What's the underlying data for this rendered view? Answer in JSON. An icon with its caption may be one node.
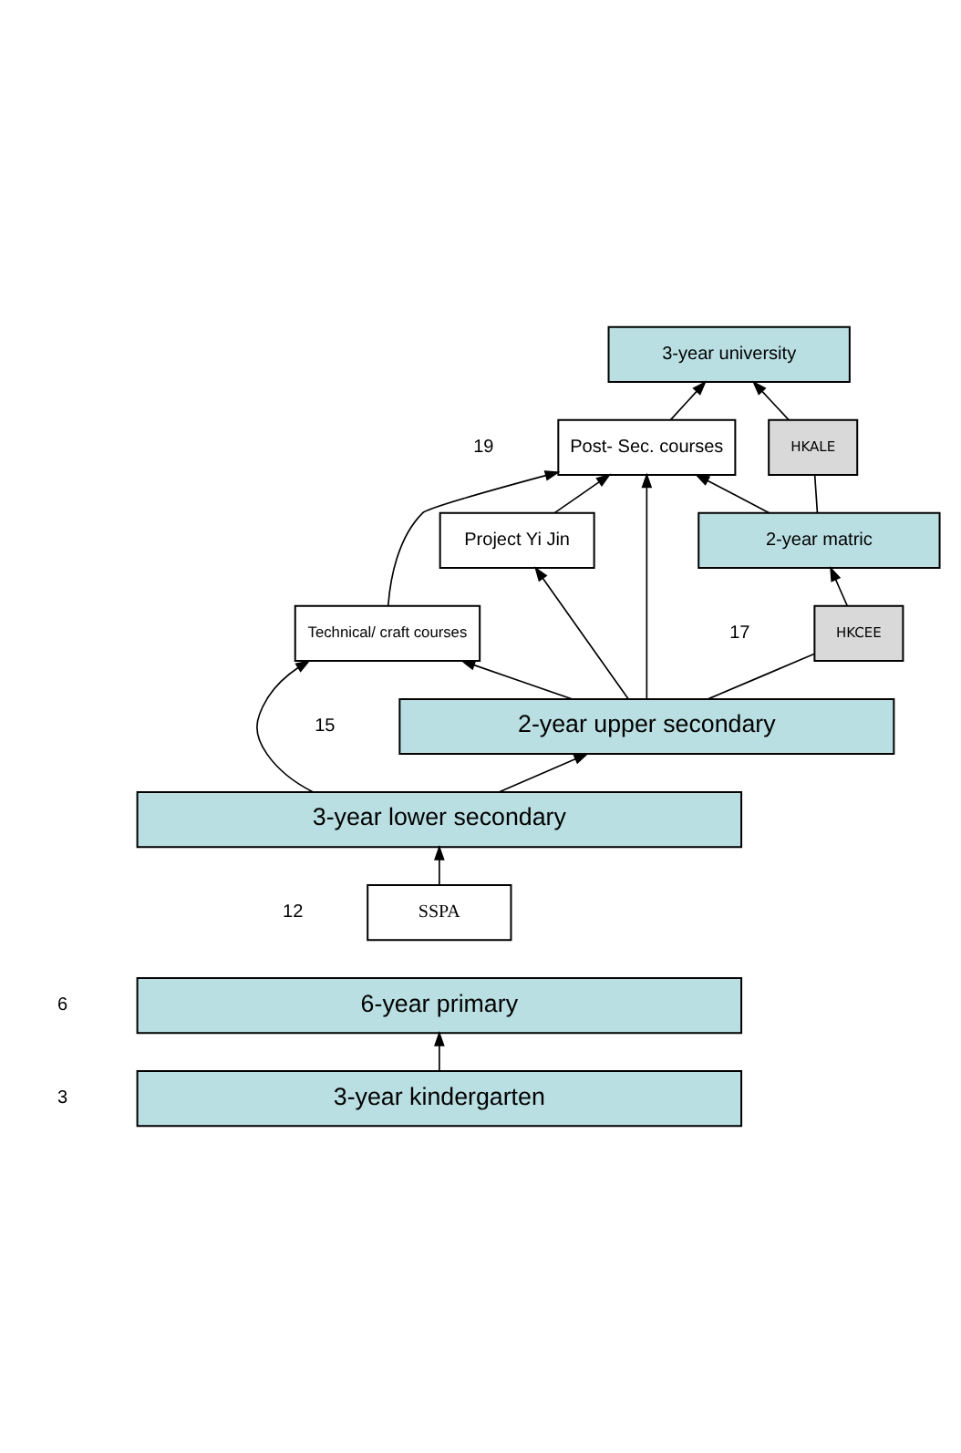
{
  "diagram": {
    "nodes": [
      {
        "text": [
          "3-year university"
        ]
      },
      {
        "text": [
          "Post- Sec. courses"
        ]
      },
      {
        "text": [
          "HKALE"
        ]
      },
      {
        "text": [
          "2-year matric"
        ]
      },
      {
        "text": [
          "Project Yi Jin"
        ]
      },
      {
        "text": [
          "HKCEE"
        ]
      },
      {
        "text": [
          "2-year upper secondary"
        ]
      },
      {
        "text": [
          "Technical/ craft courses"
        ]
      },
      {
        "text": [
          "3-year lower secondary"
        ]
      },
      {
        "text": [
          "SSPA"
        ]
      },
      {
        "text": [
          "6-year primary"
        ]
      },
      {
        "text": [
          "3-year kindergarten"
        ]
      }
    ],
    "edges": [
      {
        "from": 1,
        "to": 0,
        "arrow": "to"
      },
      {
        "from": 3,
        "to": 2,
        "arrow": "none"
      },
      {
        "from": 2,
        "to": 0,
        "arrow": "to"
      },
      {
        "from": 3,
        "to": 1,
        "arrow": "to"
      },
      {
        "from": 7,
        "to": 1,
        "arrow": "to"
      },
      {
        "from": 4,
        "to": 1,
        "arrow": "to"
      },
      {
        "from": 6,
        "to": 5,
        "arrow": "none"
      },
      {
        "from": 5,
        "to": 3,
        "arrow": "to"
      },
      {
        "from": 6,
        "to": 1,
        "arrow": "to"
      },
      {
        "from": 6,
        "to": 4,
        "arrow": "to"
      },
      {
        "from": 6,
        "to": 7,
        "arrow": "to"
      },
      {
        "from": 8,
        "to": 6,
        "arrow": "to"
      },
      {
        "from": 8,
        "to": 7,
        "arrow": "to"
      },
      {
        "from": 9,
        "to": 8,
        "arrow": "to"
      },
      {
        "from": 11,
        "to": 10,
        "arrow": "to"
      }
    ],
    "labels": [
      "19",
      "17",
      "15",
      "12",
      "6",
      "3"
    ]
  }
}
